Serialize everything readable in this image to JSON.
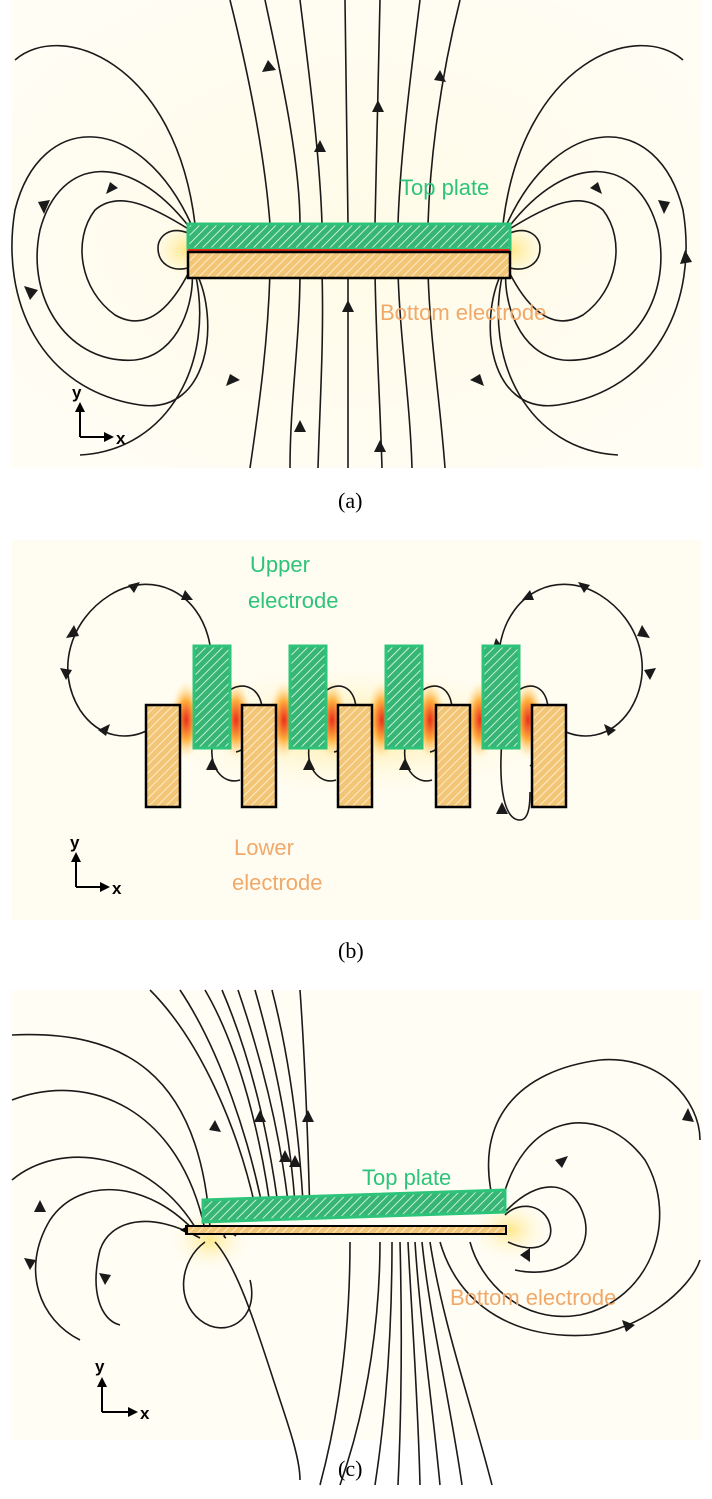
{
  "panel_a": {
    "top_label": "Top plate",
    "bottom_label": "Bottom electrode",
    "axis_y": "y",
    "axis_x": "x",
    "caption": "(a)"
  },
  "panel_b": {
    "upper_label_1": "Upper",
    "upper_label_2": "electrode",
    "lower_label_1": "Lower",
    "lower_label_2": "electrode",
    "axis_y": "y",
    "axis_x": "x",
    "caption": "(b)"
  },
  "panel_c": {
    "top_label": "Top plate",
    "bottom_label": "Bottom electrode",
    "axis_y": "y",
    "axis_x": "x",
    "caption": "(c)"
  },
  "colors": {
    "top_plate_border": "#2dc47a",
    "top_plate_fill": "#3cb878",
    "bottom_electrode_fill": "#f2c67a",
    "field_hot": "#e8301a",
    "field_warm": "#ffe27a",
    "label_green": "#2dc47a",
    "label_orange": "#f0a96a"
  }
}
